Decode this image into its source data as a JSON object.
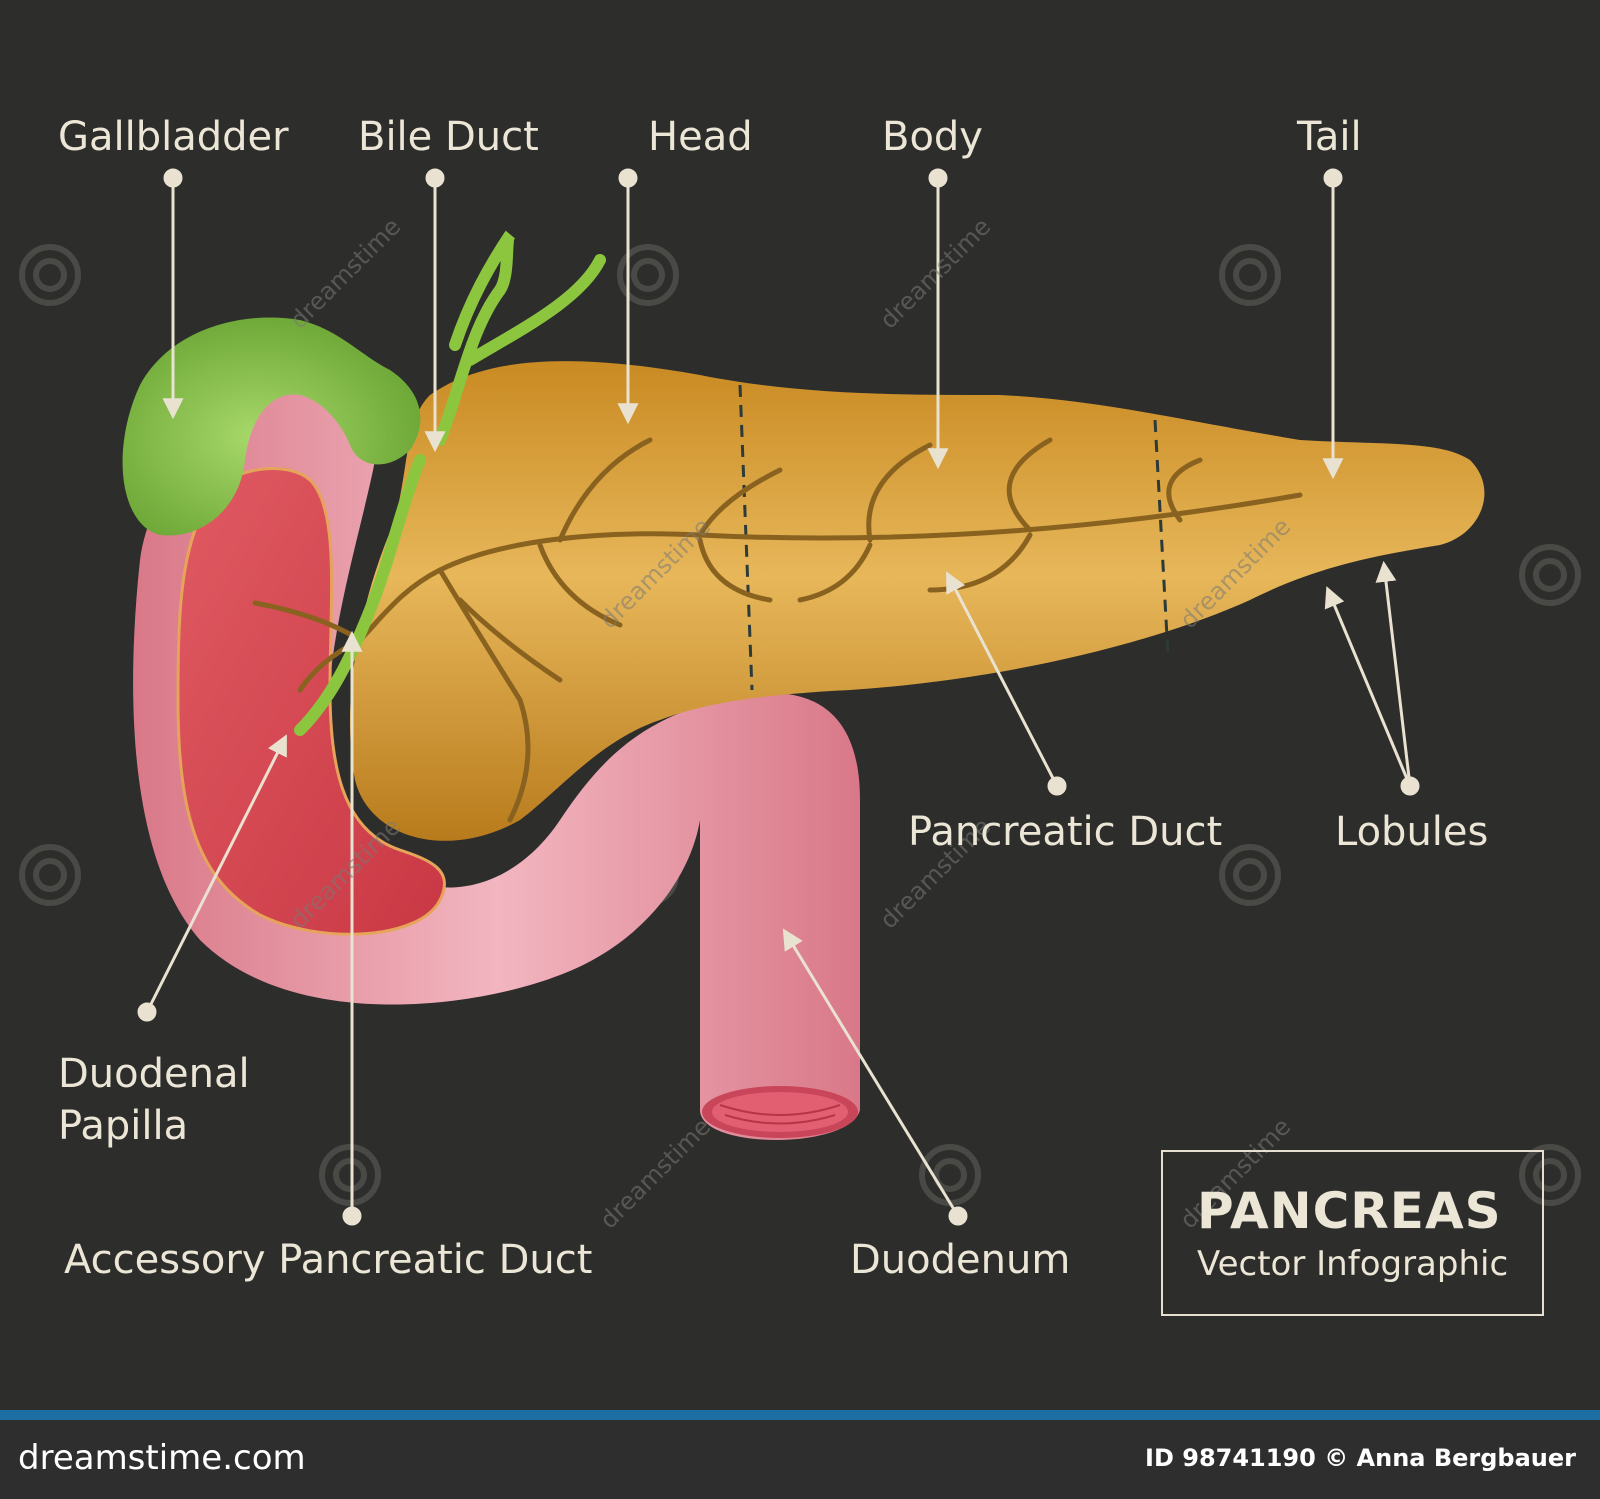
{
  "labels": {
    "gallbladder": "Gallbladder",
    "bile_duct": "Bile Duct",
    "head": "Head",
    "body": "Body",
    "tail": "Tail",
    "pancreatic_duct": "Pancreatic Duct",
    "lobules": "Lobules",
    "duodenal_papilla_line1": "Duodenal",
    "duodenal_papilla_line2": "Papilla",
    "accessory_pancreatic_duct": "Accessory Pancreatic Duct",
    "duodenum": "Duodenum"
  },
  "title": {
    "main": "PANCREAS",
    "sub": "Vector Infographic"
  },
  "watermark": {
    "text": "dreamstime"
  },
  "footer": {
    "site": "dreamstime.com",
    "credit": "ID 98741190 © Anna Bergbauer"
  },
  "colors": {
    "background": "#2d2d2c",
    "label_text": "#ece6d6",
    "pancreas": "#d9a640",
    "duodenum": "#e89aa6",
    "gallbladder": "#8cc63f",
    "footer_accent": "#1d6fa3"
  }
}
